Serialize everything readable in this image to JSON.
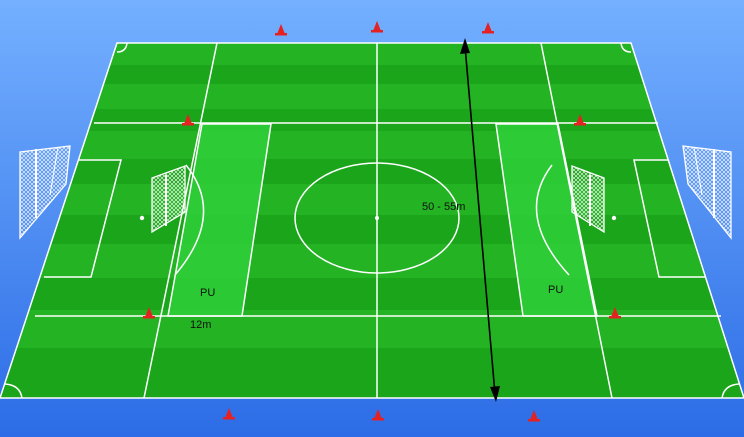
{
  "labels": {
    "width": "50 - 55m",
    "left_zone": "PU",
    "right_zone": "PU",
    "distance": "12m"
  },
  "colors": {
    "sky_top": "#6aa6ff",
    "sky_bottom": "#2f6fe8",
    "grass_dark": "#129a12",
    "grass_light": "#21b221",
    "zone_fill": "#37d437",
    "line": "#ffffff",
    "cone": "#e02020",
    "arrow": "#000000"
  },
  "icons": [
    "goal-net-icon",
    "cone-icon",
    "double-arrow-icon"
  ]
}
